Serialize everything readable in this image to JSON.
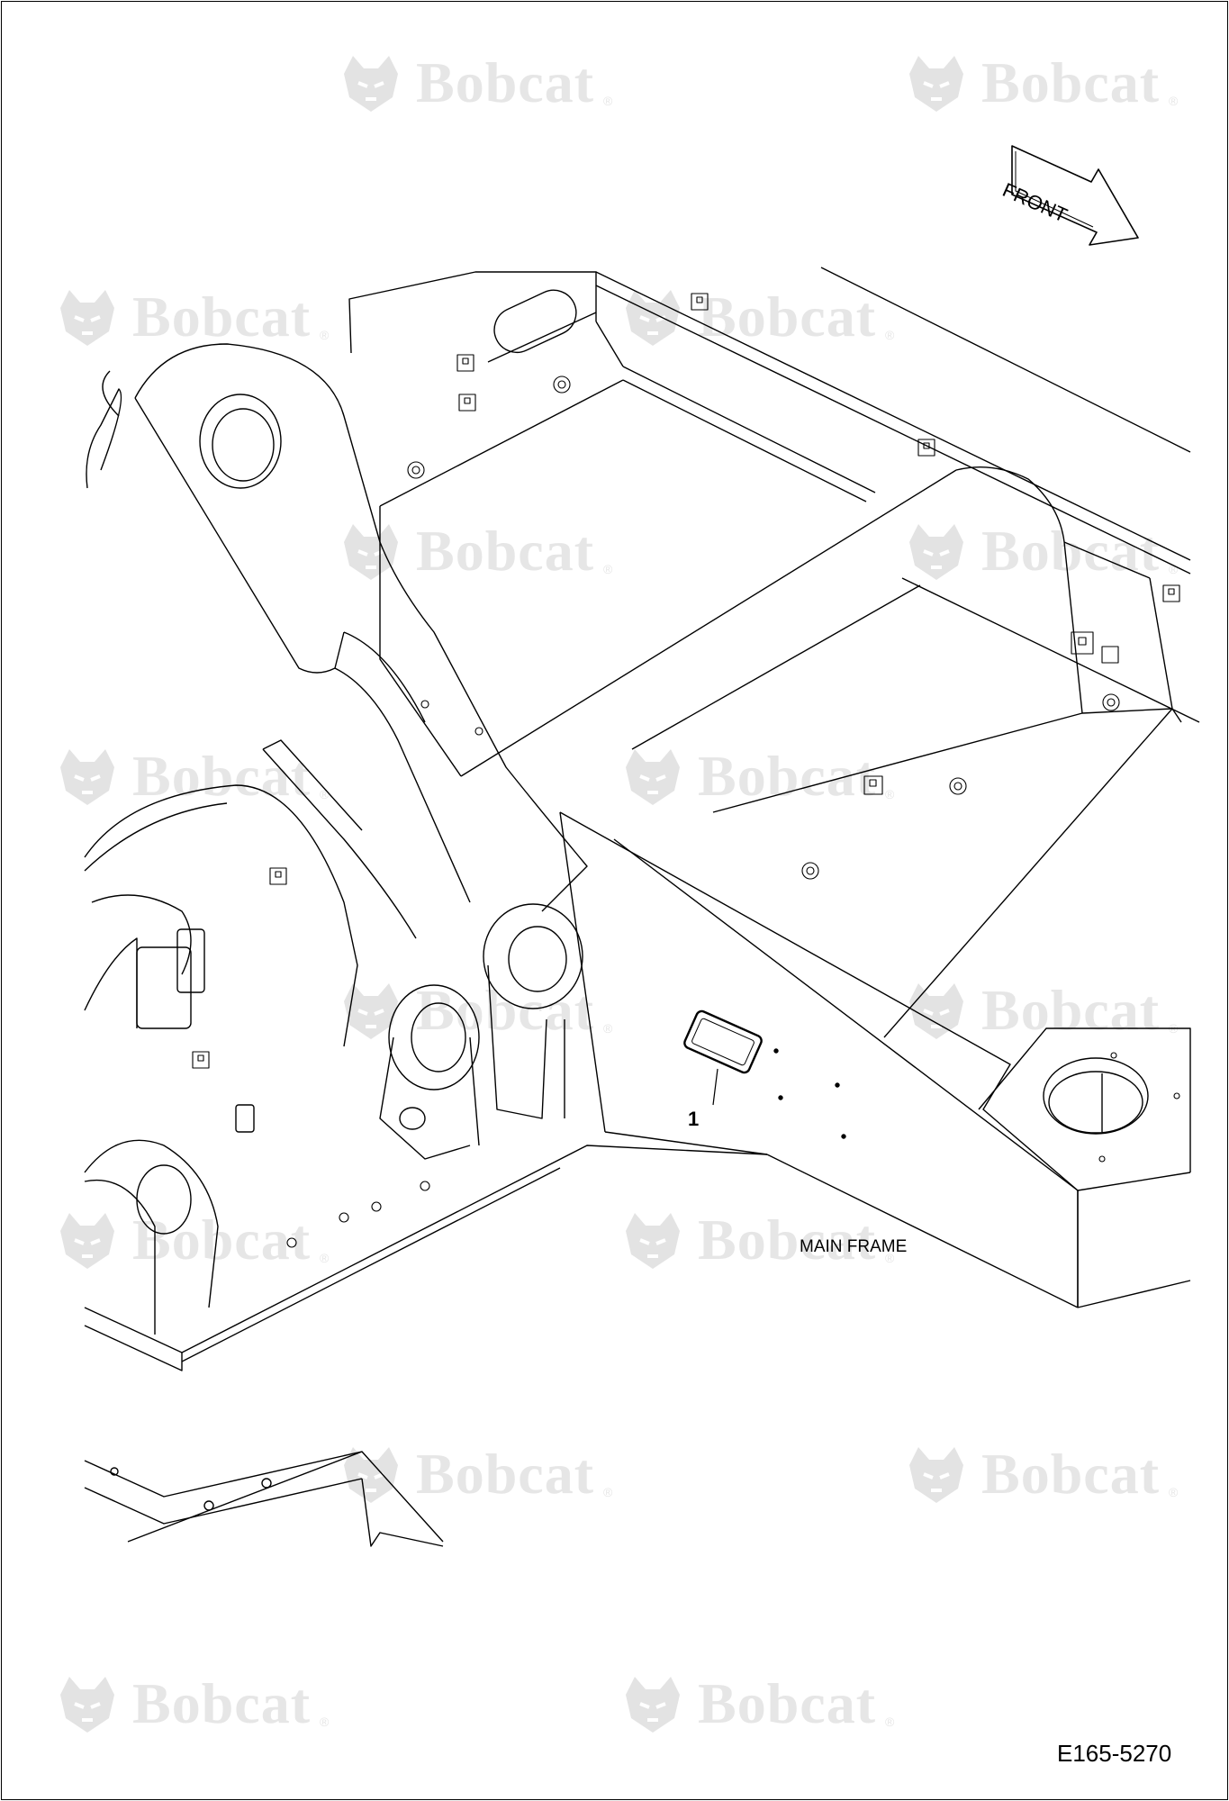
{
  "watermark": {
    "text": "Bobcat",
    "mark": "®"
  },
  "labels": {
    "front": "FRONT",
    "callout": "1",
    "assembly": "MAIN FRAME",
    "drawing_number": "E165-5270"
  },
  "icons": {
    "front_arrow": "arrow-right-icon",
    "brand": "bobcat-head-icon"
  },
  "colors": {
    "line": "#000000",
    "watermark": "#e3e3e3",
    "background": "#ffffff"
  }
}
